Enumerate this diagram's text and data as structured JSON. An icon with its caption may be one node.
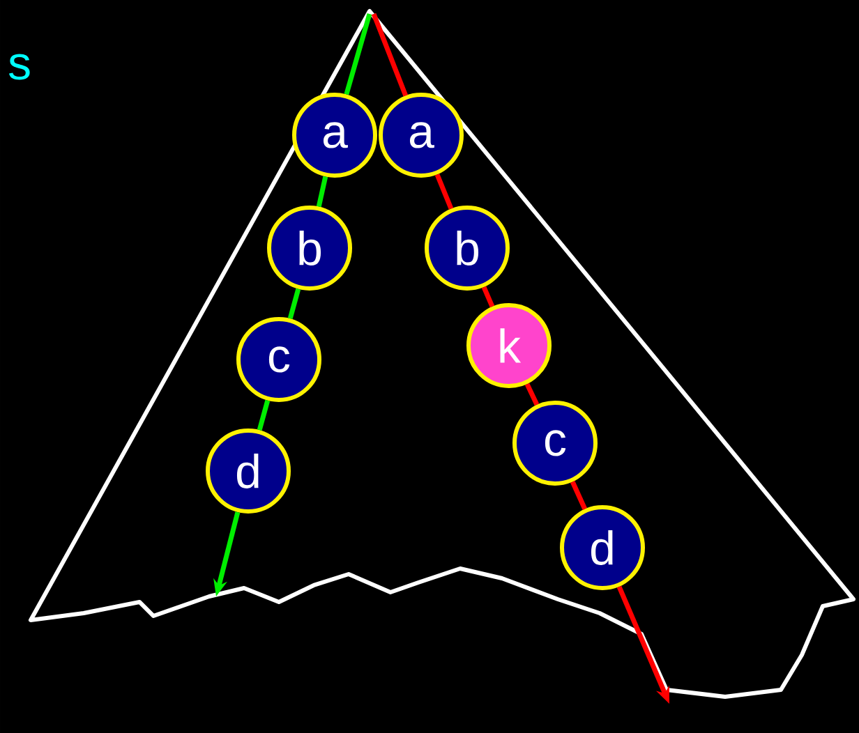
{
  "diagram": {
    "nodes": [
      {
        "text": [
          "a"
        ]
      },
      {
        "text": [
          "b"
        ]
      },
      {
        "text": [
          "c"
        ]
      },
      {
        "text": [
          "d"
        ]
      },
      {
        "text": [
          "a"
        ]
      },
      {
        "text": [
          "b"
        ]
      },
      {
        "text": [
          "k"
        ]
      },
      {
        "text": [
          "c"
        ]
      },
      {
        "text": [
          "d"
        ]
      }
    ],
    "edges": [
      {
        "from": null,
        "to": 0,
        "arrow": "none",
        "color": "#00ee00"
      },
      {
        "from": 0,
        "to": 1,
        "arrow": "none",
        "color": "#00ee00"
      },
      {
        "from": 1,
        "to": 2,
        "arrow": "none",
        "color": "#00ee00"
      },
      {
        "from": 2,
        "to": 3,
        "arrow": "none",
        "color": "#00ee00"
      },
      {
        "from": 3,
        "to": null,
        "arrow": "to",
        "color": "#00ee00"
      },
      {
        "from": null,
        "to": 4,
        "arrow": "none",
        "color": "#ff0000"
      },
      {
        "from": 4,
        "to": 5,
        "arrow": "none",
        "color": "#ff0000"
      },
      {
        "from": 5,
        "to": 6,
        "arrow": "none",
        "color": "#ff0000"
      },
      {
        "from": 6,
        "to": 7,
        "arrow": "none",
        "color": "#ff0000"
      },
      {
        "from": 7,
        "to": 8,
        "arrow": "none",
        "color": "#ff0000"
      },
      {
        "from": 8,
        "to": null,
        "arrow": "to",
        "color": "#ff0000"
      }
    ],
    "labels": [
      "s"
    ]
  }
}
